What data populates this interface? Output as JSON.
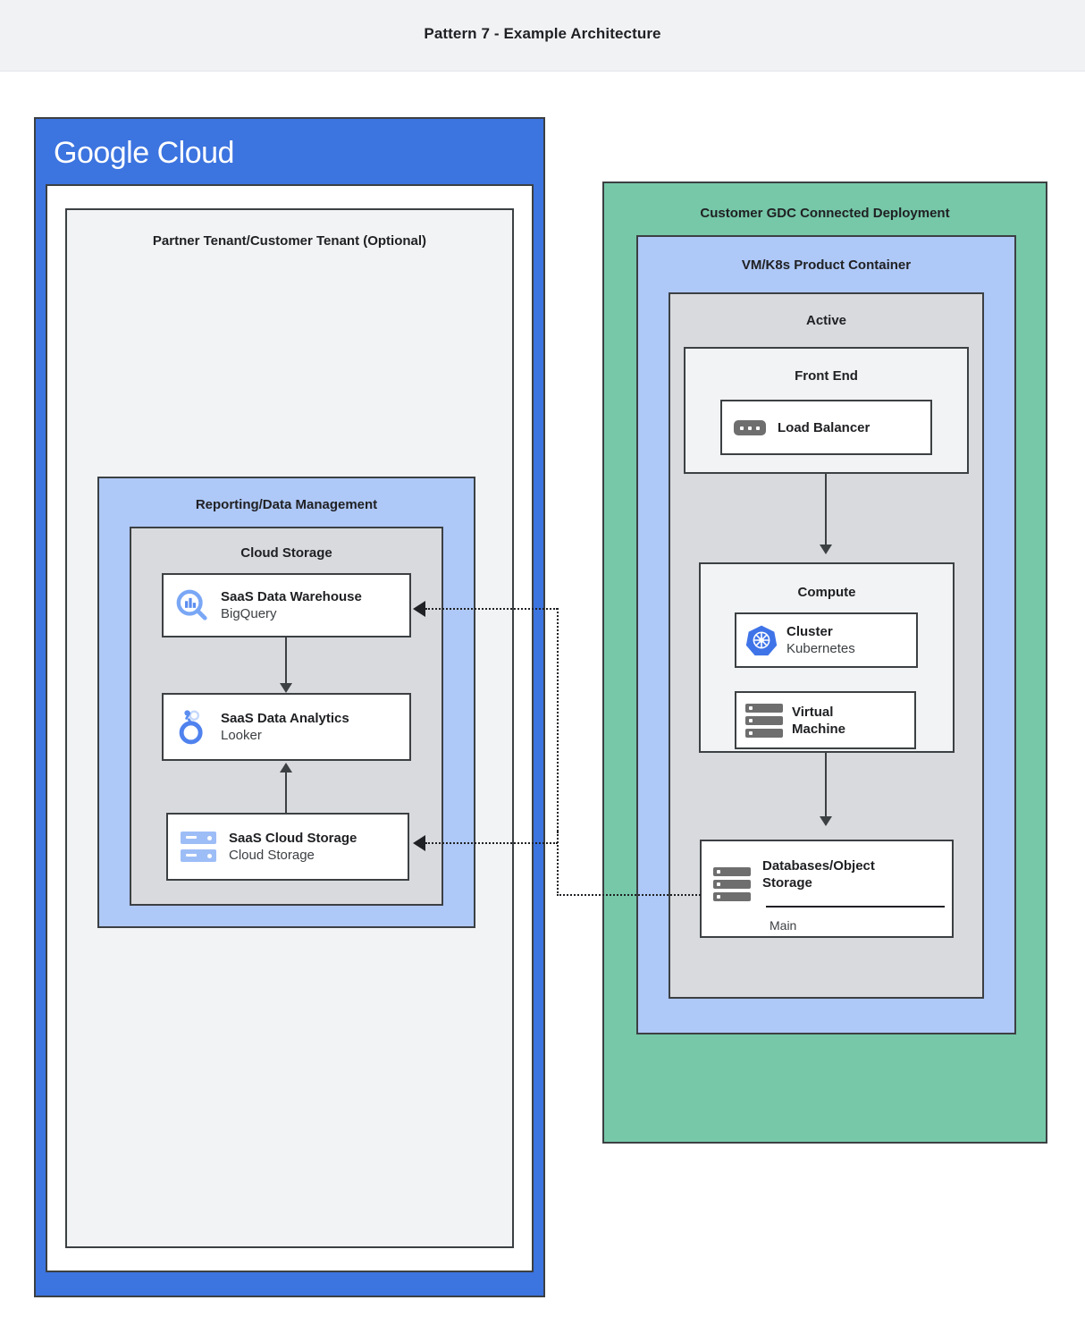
{
  "header": {
    "title": "Pattern 7 - Example Architecture"
  },
  "google_cloud": {
    "logo_google": "Google",
    "logo_cloud": "Cloud",
    "tenant_label": "Partner Tenant/Customer Tenant (Optional)",
    "reporting_label": "Reporting/Data Management",
    "cloud_storage_label": "Cloud Storage",
    "nodes": [
      {
        "id": "bigquery",
        "icon": "bigquery-icon",
        "title": "SaaS Data Warehouse",
        "subtitle": "BigQuery"
      },
      {
        "id": "looker",
        "icon": "looker-icon",
        "title": "SaaS Data Analytics",
        "subtitle": "Looker"
      },
      {
        "id": "cloud-storage",
        "icon": "cloud-storage-icon",
        "title": "SaaS Cloud Storage",
        "subtitle": "Cloud Storage"
      }
    ]
  },
  "gdc": {
    "deployment_label": "Customer GDC Connected Deployment",
    "product_container_label": "VM/K8s Product Container",
    "active_label": "Active",
    "front_end_label": "Front End",
    "compute_label": "Compute",
    "nodes": [
      {
        "id": "load-balancer",
        "icon": "load-balancer-icon",
        "title": "Load Balancer",
        "subtitle": ""
      },
      {
        "id": "cluster",
        "icon": "kubernetes-icon",
        "title": "Cluster",
        "subtitle": "Kubernetes"
      },
      {
        "id": "virtual-machine",
        "icon": "virtual-machine-icon",
        "title": "Virtual",
        "title2": "Machine",
        "subtitle": ""
      },
      {
        "id": "databases",
        "icon": "database-icon",
        "title": "Databases/Object",
        "title2": "Storage",
        "subtitle": "Main"
      }
    ]
  },
  "colors": {
    "brand_blue": "#3c74e0",
    "light_blue": "#aec8f7",
    "green": "#76c8a8",
    "gray": "#d9dadd",
    "gray_lite": "#f1f3f4",
    "stroke": "#3c4043",
    "header_bg": "#f1f2f4"
  }
}
